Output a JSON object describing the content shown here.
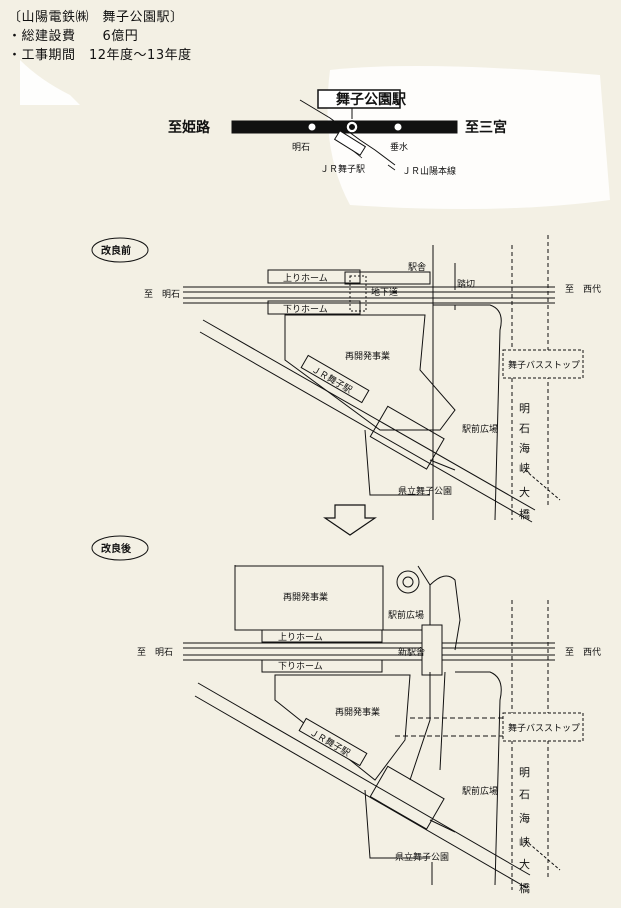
{
  "header": {
    "company": "〔山陽電鉄㈱　舞子公園駅〕",
    "line1": "・総建設費　　6億円",
    "line2": "・工事期間　12年度〜13年度"
  },
  "top_map": {
    "station": "舞子公園駅",
    "west": "至姫路",
    "east": "至三宮",
    "akashi": "明石",
    "tarumi": "垂水",
    "jr_station": "ＪＲ舞子駅",
    "jr_line": "ＪＲ山陽本線"
  },
  "before": {
    "title": "改良前",
    "up_home": "上りホーム",
    "down_home": "下りホーム",
    "station_building": "駅舎",
    "underpass": "地下道",
    "crossing": "踏切",
    "west": "至　明石",
    "east": "至　西代",
    "redevelopment": "再開発事業",
    "bus_stop": "舞子バスストップ",
    "jr": "ＪＲ舞子駅",
    "plaza": "駅前広場",
    "park": "県立舞子公園",
    "bridge": [
      "明",
      "石",
      "海",
      "峡",
      "大",
      "橋"
    ]
  },
  "after": {
    "title": "改良後",
    "redevelopment_top": "再開発事業",
    "plaza_top": "駅前広場",
    "up_home": "上りホーム",
    "down_home": "下りホーム",
    "new_station": "新駅舎",
    "west": "至　明石",
    "east": "至　西代",
    "redevelopment": "再開発事業",
    "bus_stop": "舞子バスストップ",
    "jr": "ＪＲ舞子駅",
    "plaza": "駅前広場",
    "park": "県立舞子公園",
    "bridge": [
      "明",
      "石",
      "海",
      "峡",
      "大",
      "橋"
    ]
  },
  "colors": {
    "paper": "#f3f0e4",
    "ink": "#111111",
    "white_patch": "#ffffff"
  }
}
